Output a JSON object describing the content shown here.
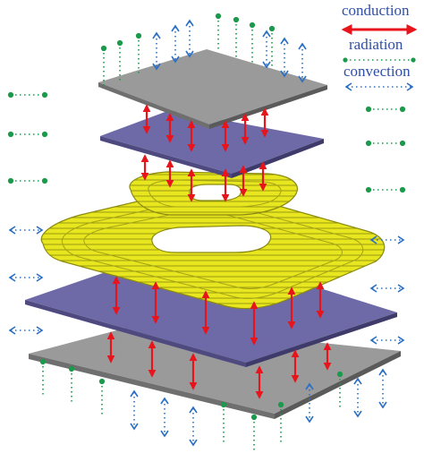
{
  "legend": {
    "conduction": "conduction",
    "radiation": "radiation",
    "convection": "convection"
  },
  "colors": {
    "conduction": "#e8141c",
    "radiation": "#1a9a4a",
    "convection": "#2a6fc4",
    "legend_text": "#2f4fa8",
    "plate_gray": "#9a9a9a",
    "plate_purple": "#6e6aa8",
    "coil": "#e8e61e",
    "coil_edge": "#8a8a10"
  },
  "layers": [
    {
      "name": "top-heat-sink",
      "kind": "gray-plate"
    },
    {
      "name": "top-ferrite",
      "kind": "purple-plate"
    },
    {
      "name": "small-coil",
      "kind": "coil"
    },
    {
      "name": "large-coil",
      "kind": "coil"
    },
    {
      "name": "bottom-ferrite",
      "kind": "purple-plate"
    },
    {
      "name": "bottom-heat-sink",
      "kind": "gray-plate"
    }
  ],
  "icons": {
    "conduction_arrow": "double-headed-solid-arrow",
    "radiation_symbol": "dotted-line-with-dot-endpoints",
    "convection_symbol": "dotted-line-with-chevron-endpoints"
  }
}
